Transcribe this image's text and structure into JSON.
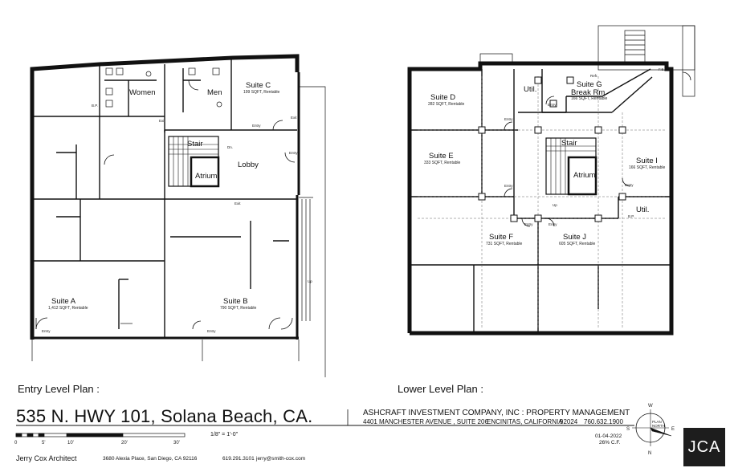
{
  "plans": {
    "entry": {
      "title": "Entry Level Plan :",
      "rooms": {
        "women": "Women",
        "men": "Men",
        "suite_c": "Suite C",
        "suite_c_area": "199 SQFT, Rentable",
        "stair": "Stair",
        "lobby": "Lobby",
        "atrium": "Atrium",
        "suite_a": "Suite A",
        "suite_a_area": "1,412 SQFT, Rentable",
        "suite_b": "Suite B",
        "suite_b_area": "790 SQFT, Rentable"
      },
      "tags": {
        "entry_a": "Entry",
        "entry_b": "Entry",
        "entry_c": "Entry",
        "entry_lobby": "Entry",
        "exit_1": "Exit",
        "exit_2": "Exit",
        "exit_3": "Exit",
        "dn": "Dn.",
        "up": "Up",
        "bp": "B.P."
      }
    },
    "lower": {
      "title": "Lower Level Plan :",
      "rooms": {
        "suite_d": "Suite D",
        "suite_d_area": "282 SQFT, Rentable",
        "util_1": "Util.",
        "suite_g": "Suite G",
        "break_rm": "Break Rm.",
        "suite_g_area": "166 SQFT, Rentable",
        "refr": "Refr.",
        "suite_e": "Suite E",
        "suite_e_area": "333 SQFT, Rentable",
        "stair": "Stair",
        "atrium": "Atrium",
        "suite_i": "Suite I",
        "suite_i_area": "166 SQFT, Rentable",
        "util_2": "Util.",
        "suite_f": "Suite F",
        "suite_f_area": "731 SQFT, Rentable",
        "suite_j": "Suite J",
        "suite_j_area": "605 SQFT, Rentable"
      },
      "tags": {
        "entry_d": "Entry",
        "entry_e": "Entry",
        "entry_f": "Entry",
        "entry_j": "Entry",
        "entry_i": "Entry",
        "entry_g": "Entry",
        "up": "Up",
        "bp": "B.P.",
        "fe": "F.E."
      }
    }
  },
  "title_block": {
    "address_title": "535 N. HWY 101, Solana Beach, CA.",
    "company": "ASHCRAFT INVESTMENT COMPANY, INC :  PROPERTY MANAGEMENT",
    "company_address": "4401 MANCHESTER AVENUE ,  SUITE 206",
    "city": "ENCINITAS, CALIFORNIA",
    "zip": "92024",
    "phone": "760.632.1900",
    "date": "01-04-2022",
    "initials": "26% C.F.",
    "scale_note": "1/8\" = 1'-0\"",
    "scale_ticks": [
      "0",
      "5'",
      "10'",
      "20'",
      "30'"
    ],
    "architect": "Jerry Cox   Architect",
    "architect_address": "3680 Alexia Place,  San Diego, CA  92116",
    "architect_phone": "619.291.3101",
    "architect_email": "jerry@smith-cox.com",
    "logo": "JCA"
  },
  "compass": {
    "label_plan": "PLAN",
    "label_north": "NORTH",
    "w": "W",
    "s": "S",
    "e": "E",
    "n": "N"
  }
}
